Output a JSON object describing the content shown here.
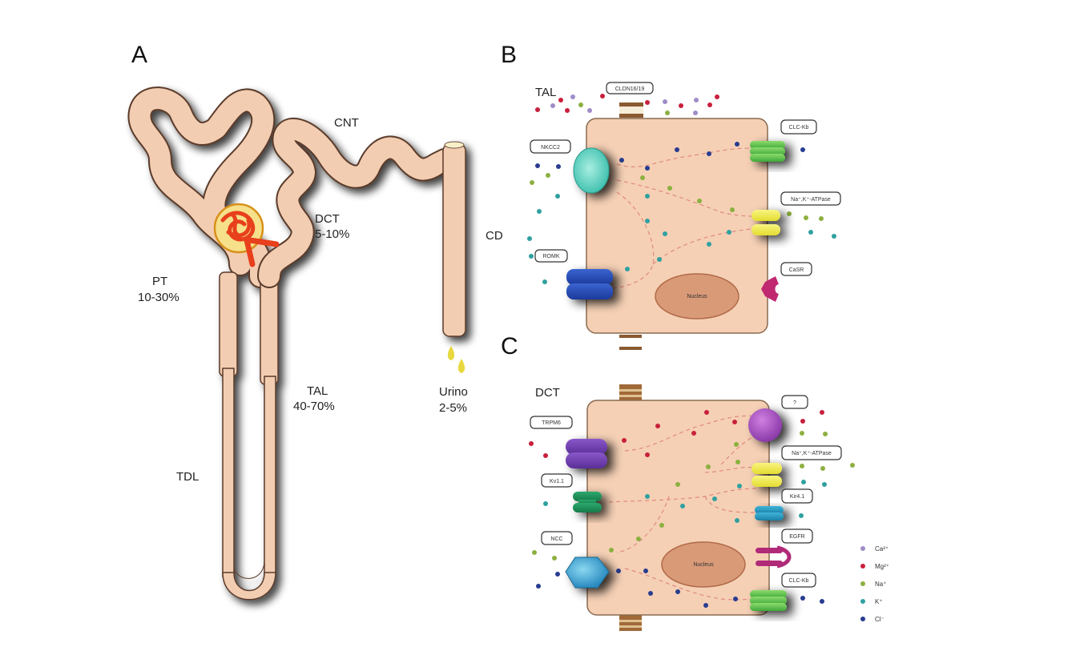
{
  "panels": {
    "A": {
      "letter": "A",
      "segments": [
        {
          "name": "PT",
          "percent": "10-30%"
        },
        {
          "name": "CNT",
          "percent": ""
        },
        {
          "name": "DCT",
          "percent": "5-10%"
        },
        {
          "name": "CD",
          "percent": ""
        },
        {
          "name": "TAL",
          "percent": "40-70%"
        },
        {
          "name": "TDL",
          "percent": ""
        },
        {
          "name": "Urino",
          "percent": "2-5%"
        }
      ]
    },
    "B": {
      "letter": "B",
      "segment": "TAL",
      "nucleus_label": "Nucleus",
      "transporters": {
        "claudin": "CLDN16/19",
        "nkcc2": "NKCC2",
        "romk": "ROMK",
        "clc": "CLC-Kb",
        "atpase": "Na⁺,K⁺-ATPase",
        "casr": "CaSR"
      }
    },
    "C": {
      "letter": "C",
      "segment": "DCT",
      "nucleus_label": "Nucleus",
      "transporters": {
        "trpm6": "TRPM6",
        "kir": "Kv1.1",
        "ncc": "NCC",
        "unknown": "?",
        "atpase": "Na⁺,K⁺-ATPase",
        "kir41": "Kir4.1",
        "egfr": "EGFR",
        "clc": "CLC-Kb"
      }
    }
  },
  "legend": [
    {
      "ion": "Ca²⁺",
      "color": "#a08cc8"
    },
    {
      "ion": "Mg²⁺",
      "color": "#c8203c"
    },
    {
      "ion": "Na⁺",
      "color": "#8cb040"
    },
    {
      "ion": "K⁺",
      "color": "#30a0a0"
    },
    {
      "ion": "Cl⁻",
      "color": "#283c90"
    }
  ],
  "colors": {
    "tubule": "#f2cdb2",
    "cell": "#f5d0b5",
    "nucleus": "#d99a78"
  }
}
